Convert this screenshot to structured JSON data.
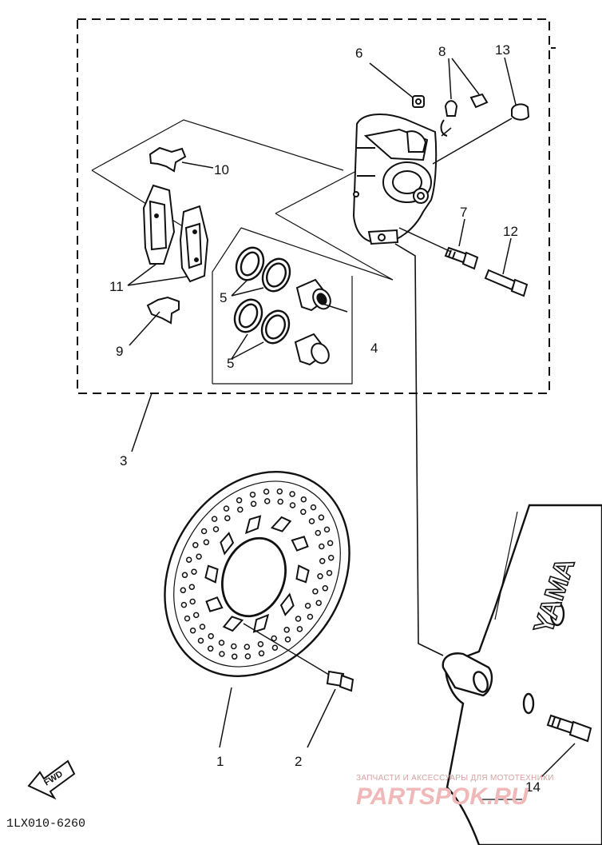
{
  "diagram": {
    "part_labels": [
      "1",
      "2",
      "3",
      "4",
      "5",
      "5",
      "6",
      "7",
      "8",
      "9",
      "10",
      "11",
      "12",
      "13",
      "14"
    ],
    "fork_brand": "YAMA",
    "direction_badge": "FWD",
    "drawing_code": "1LX010-6260"
  },
  "watermark": {
    "line1": "ЗАПЧАСТИ И АКСЕССУАРЫ ДЛЯ МОТОТЕХНИКИ",
    "line2": "PARTSPOK.RU"
  },
  "colors": {
    "ink": "#111111",
    "watermark": "#e8a6a6",
    "paper": "#ffffff"
  }
}
